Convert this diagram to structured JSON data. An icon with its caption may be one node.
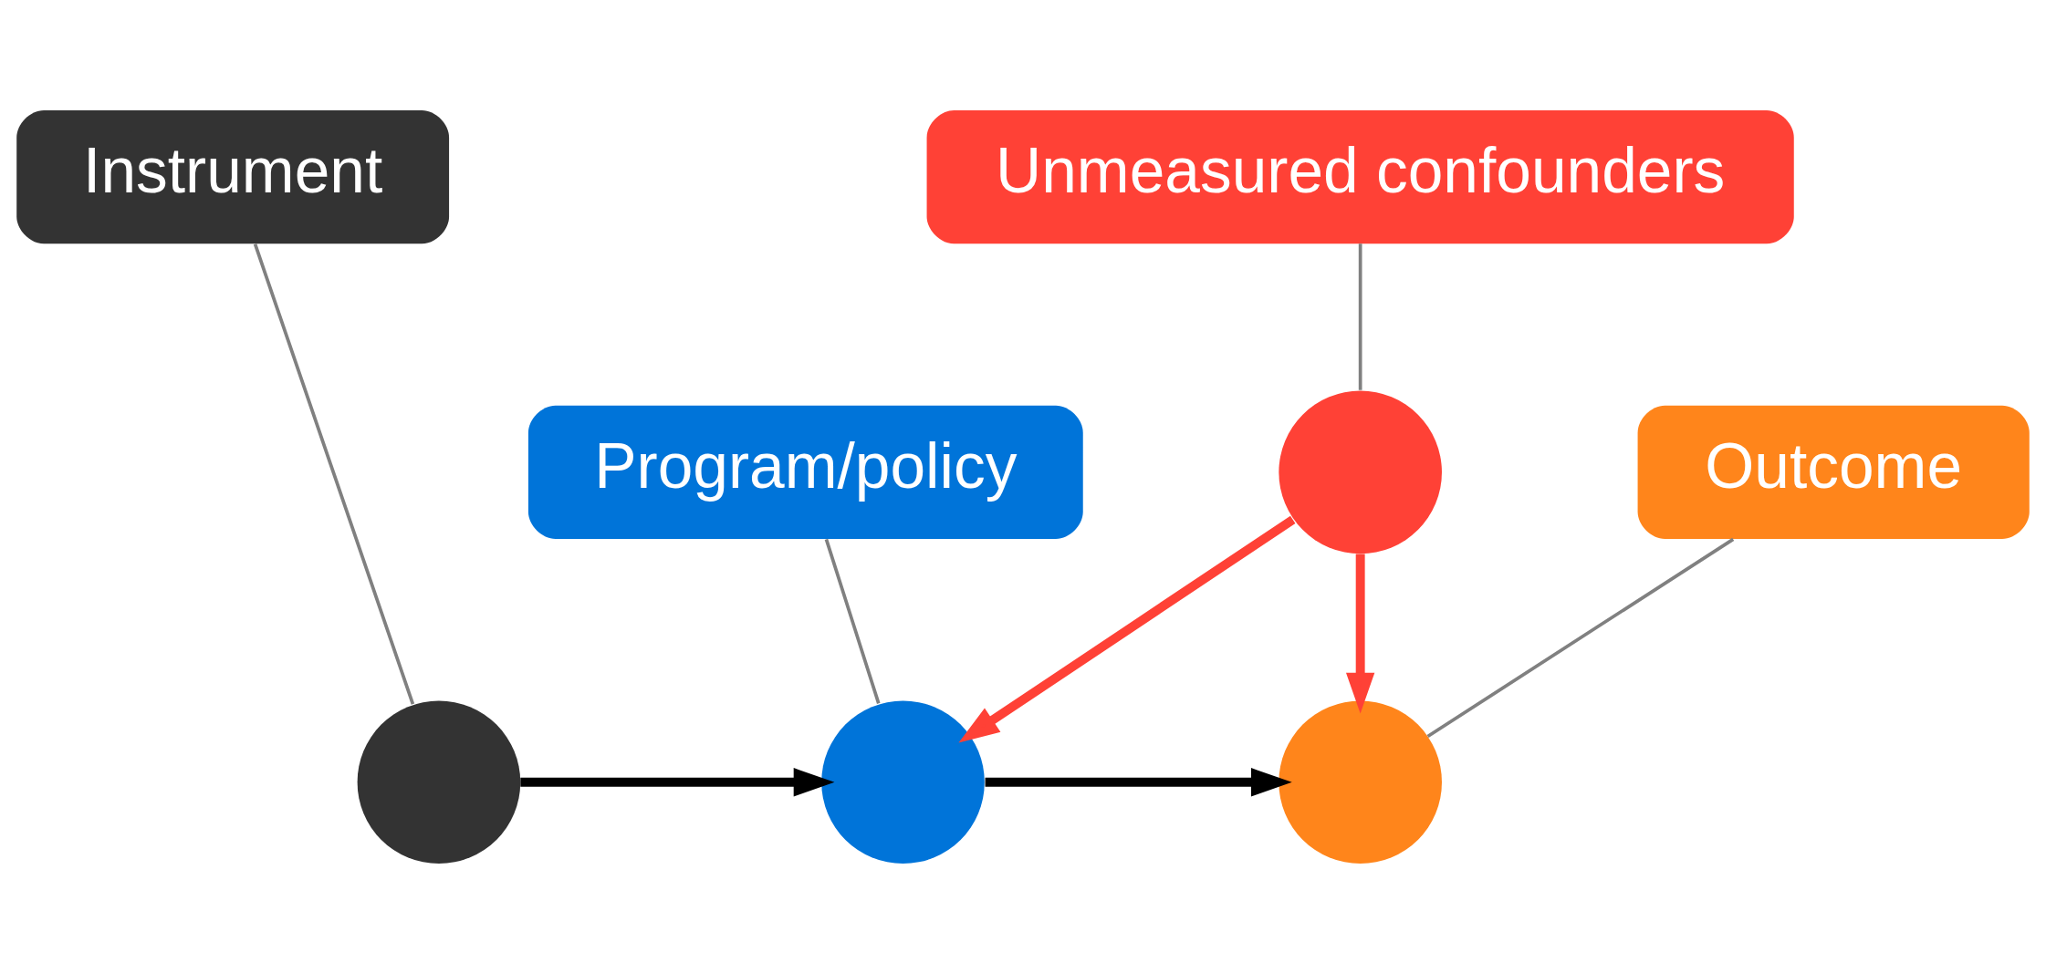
{
  "diagram": {
    "nodes": [
      {
        "text": [],
        "shape": "circle"
      },
      {
        "text": [
          "Unmeasured confounders"
        ]
      },
      {
        "text": [
          "Instrument"
        ]
      },
      {
        "text": [
          "Outcome"
        ]
      },
      {
        "text": [
          "Program/policy"
        ]
      },
      {
        "text": [],
        "shape": "circle"
      },
      {
        "text": [],
        "shape": "circle"
      },
      {
        "text": [],
        "shape": "circle"
      }
    ],
    "edges": [
      {
        "from": 0,
        "to": 5,
        "arrow": "to",
        "color": "#ff4136",
        "style": "thick"
      },
      {
        "from": 0,
        "to": 6,
        "arrow": "to",
        "color": "#ff4136",
        "style": "thick"
      },
      {
        "from": 6,
        "to": 5,
        "arrow": "to",
        "color": "#000000",
        "style": "thick"
      },
      {
        "from": 7,
        "to": 6,
        "arrow": "to",
        "color": "#000000",
        "style": "thick"
      },
      {
        "from": 1,
        "to": 0,
        "arrow": "none"
      },
      {
        "from": 3,
        "to": 5,
        "arrow": "none"
      },
      {
        "from": 4,
        "to": 6,
        "arrow": "none"
      },
      {
        "from": 2,
        "to": 7,
        "arrow": "none"
      }
    ]
  }
}
